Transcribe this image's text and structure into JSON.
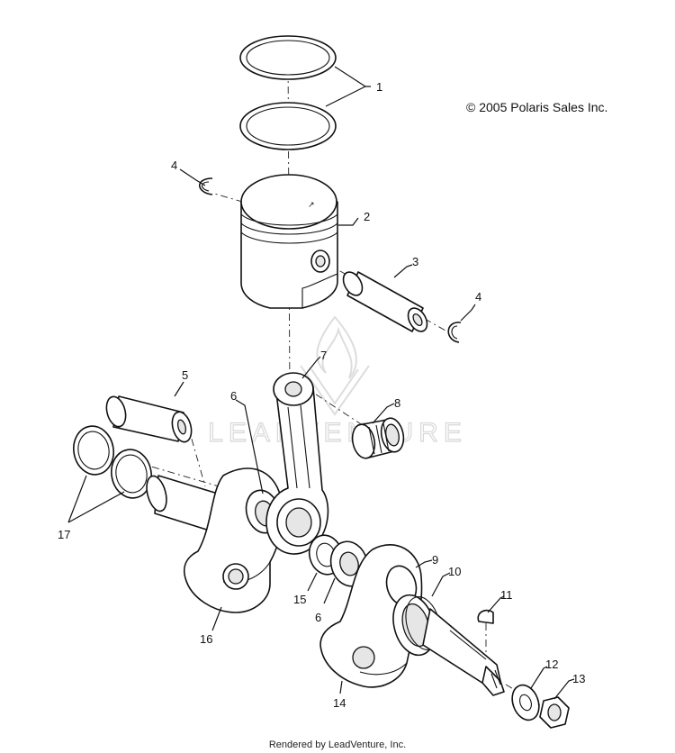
{
  "copyright": "© 2005 Polaris Sales Inc.",
  "footer": "Rendered by LeadVenture, Inc.",
  "watermark": "LEADVENTURE",
  "callouts": [
    "1",
    "2",
    "3",
    "4",
    "4",
    "5",
    "6",
    "7",
    "8",
    "9",
    "10",
    "11",
    "12",
    "13",
    "14",
    "15",
    "6",
    "16",
    "17"
  ]
}
